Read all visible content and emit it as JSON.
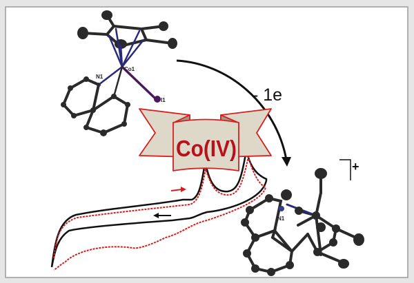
{
  "top_molecule": {
    "label_metal": "Co1",
    "label_n": "N1",
    "label_i": "I1"
  },
  "reaction": {
    "label": "- 1e"
  },
  "banner": {
    "text": "Co(IV)"
  },
  "product_molecule": {
    "label_n": "N1",
    "charge": "+"
  },
  "colors": {
    "banner_text": "#b5121b",
    "banner_fill": "#ddd8c8",
    "banner_stroke": "#d42020",
    "cv_red": "#d41f1f",
    "cv_black": "#111111",
    "bond_blue": "#2a2a7a",
    "iodine": "#4a1a5a"
  }
}
